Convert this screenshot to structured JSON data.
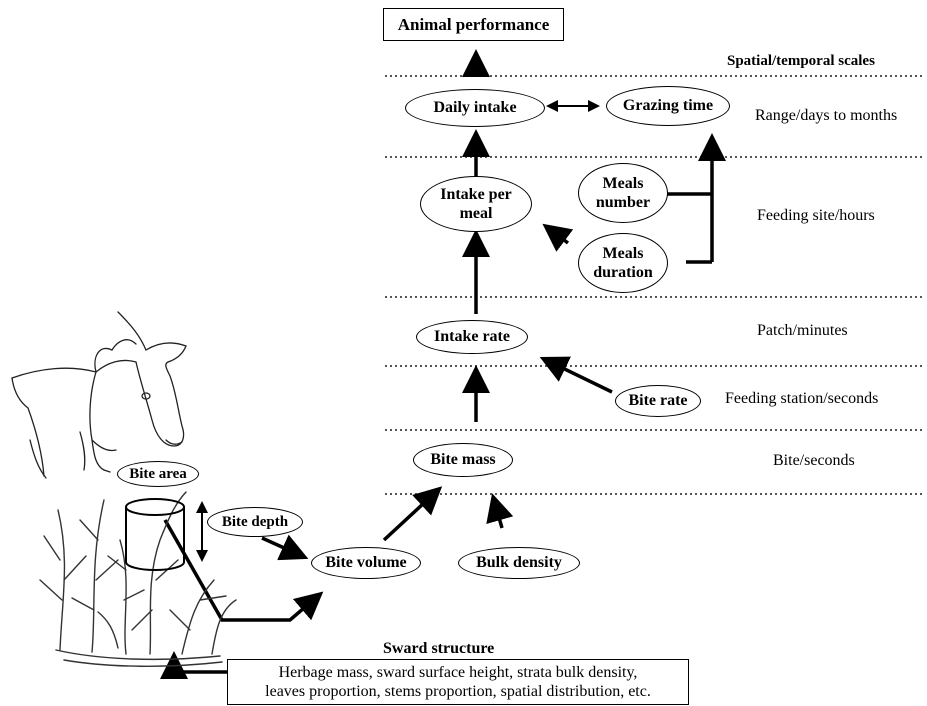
{
  "top_box": "Animal performance",
  "scale_header": "Spatial/temporal scales",
  "nodes": {
    "daily_intake": "Daily intake",
    "grazing_time": "Grazing time",
    "intake_per_meal_1": "Intake per",
    "intake_per_meal_2": "meal",
    "meals_number_1": "Meals",
    "meals_number_2": "number",
    "meals_duration_1": "Meals",
    "meals_duration_2": "duration",
    "intake_rate": "Intake rate",
    "bite_rate": "Bite rate",
    "bite_mass": "Bite mass",
    "bite_volume": "Bite volume",
    "bulk_density": "Bulk density",
    "bite_area": "Bite area",
    "bite_depth": "Bite depth"
  },
  "scales": {
    "range": "Range/days to months",
    "feeding_site": "Feeding site/hours",
    "patch": "Patch/minutes",
    "feeding_station": "Feeding station/seconds",
    "bite": "Bite/seconds"
  },
  "sward": {
    "title": "Sward structure",
    "line1": "Herbage mass, sward surface height,  strata bulk density,",
    "line2": "leaves proportion, stems proportion, spatial distribution, etc."
  }
}
